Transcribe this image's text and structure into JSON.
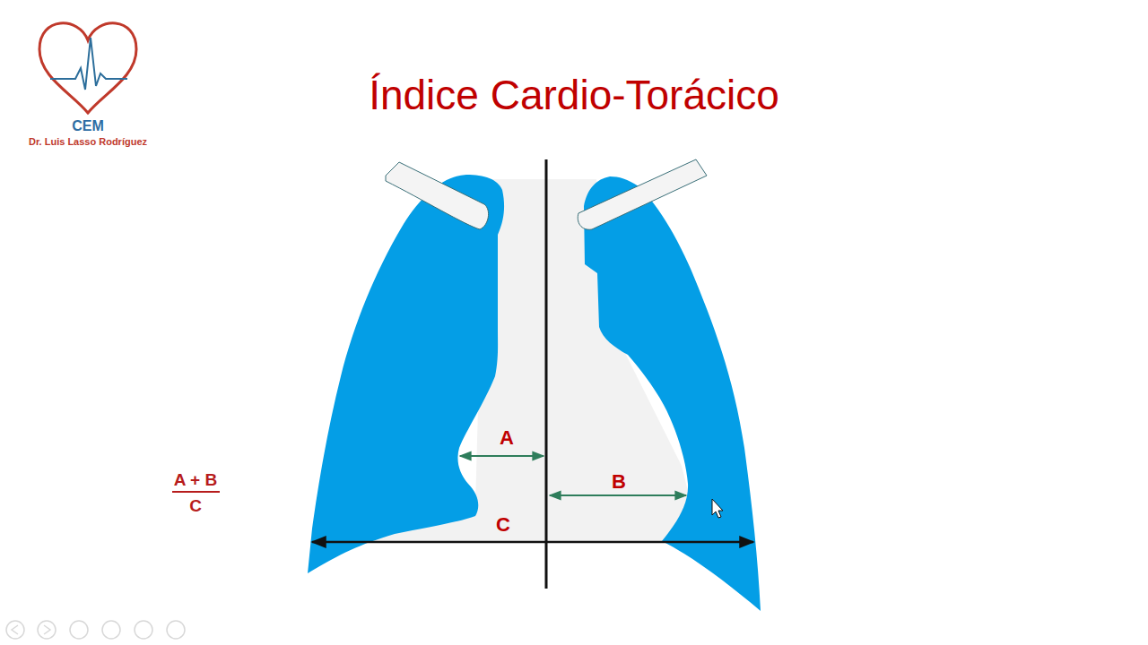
{
  "diagram": {
    "title": "Índice Cardio-Torácico",
    "labels": [
      "CEM",
      "Dr. Luis Lasso Rodríguez",
      "A",
      "B",
      "C",
      "A + B",
      "C"
    ]
  }
}
